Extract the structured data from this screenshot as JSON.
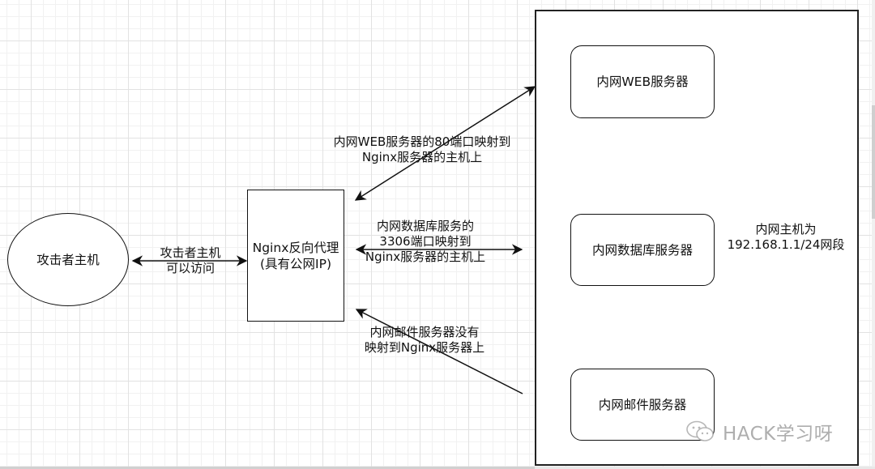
{
  "diagram": {
    "nodes": {
      "attacker": {
        "label": "攻击者主机"
      },
      "nginx": {
        "label_line1": "Nginx反向代理",
        "label_line2": "(具有公网IP)"
      },
      "web_server": {
        "label": "内网WEB服务器"
      },
      "db_server": {
        "label": "内网数据库服务器"
      },
      "mail_server": {
        "label": "内网邮件服务器"
      }
    },
    "intranet_note": {
      "line1": "内网主机为",
      "line2": "192.168.1.1/24网段"
    },
    "edges": [
      {
        "from": "attacker",
        "to": "nginx",
        "direction": "both",
        "label_line1": "攻击者主机",
        "label_line2": "可以访问"
      },
      {
        "from": "web_server",
        "to": "nginx",
        "direction": "both",
        "label_line1": "内网WEB服务器的80端口映射到",
        "label_line2": "Nginx服务器的主机上"
      },
      {
        "from": "db_server",
        "to": "nginx",
        "direction": "both",
        "label_line1": "内网数据库服务的",
        "label_line2": "3306端口映射到",
        "label_line3": "Nginx服务器的主机上"
      },
      {
        "from": "mail_server",
        "to": "nginx",
        "direction": "one-way",
        "label_line1": "内网邮件服务器没有",
        "label_line2": "映射到Nginx服务器上"
      }
    ]
  },
  "watermark": {
    "text": "HACK学习呀",
    "icon": "wechat-icon"
  }
}
